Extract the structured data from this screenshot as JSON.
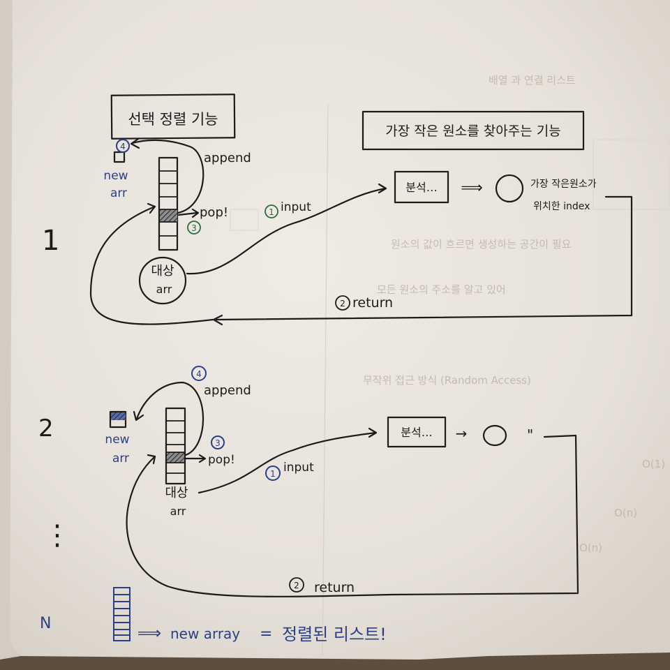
{
  "colors": {
    "paper": "#ebe6df",
    "ink": "#1d1a1a",
    "blue_ink": "#2c3f86",
    "green_ink": "#2e6b3a",
    "highlight_hatch": "#4a4a4a"
  },
  "panel_left_title": "선택 정렬 기능",
  "panel_right_title": "가장 작은 원소를 찾아주는 기능",
  "step1": {
    "number": "1",
    "new_arr_label_1": "new",
    "new_arr_label_2": "arr",
    "marker_4": "4",
    "append": "append",
    "pop": "pop!",
    "marker_3": "3",
    "target_1": "대상",
    "target_2": "arr",
    "input": "input",
    "marker_1": "1",
    "box": "분석…",
    "arrow": "⟹",
    "result_1": "가장 작은원소가",
    "result_2": "위치한 index",
    "return": "return",
    "marker_2": "2"
  },
  "step2": {
    "number": "2",
    "marker_4": "4",
    "append": "append",
    "new_arr_label_1": "new",
    "new_arr_label_2": "arr",
    "pop": "pop!",
    "marker_3": "3",
    "target_1": "대상",
    "target_2": "arr",
    "input": "input",
    "marker_1": "1",
    "box": "분석…",
    "arrow": "→",
    "ditto": "\"",
    "return": "return",
    "marker_2": "2"
  },
  "ellipsis": "⋮",
  "step_n": "N",
  "conclusion": {
    "arrow": "⟹",
    "text": "new array",
    "equals": "=",
    "result": "정렬된 리스트!"
  },
  "bleed_through": [
    "배열 과 연결 리스트",
    "원소의 값이 흐르면 생성하는 공간이 필요",
    "모든 원소의 주소를 알고 있어",
    "무작위 접근 방식 (Random Access)",
    "O(1)",
    "O(n)",
    "O(n)"
  ]
}
